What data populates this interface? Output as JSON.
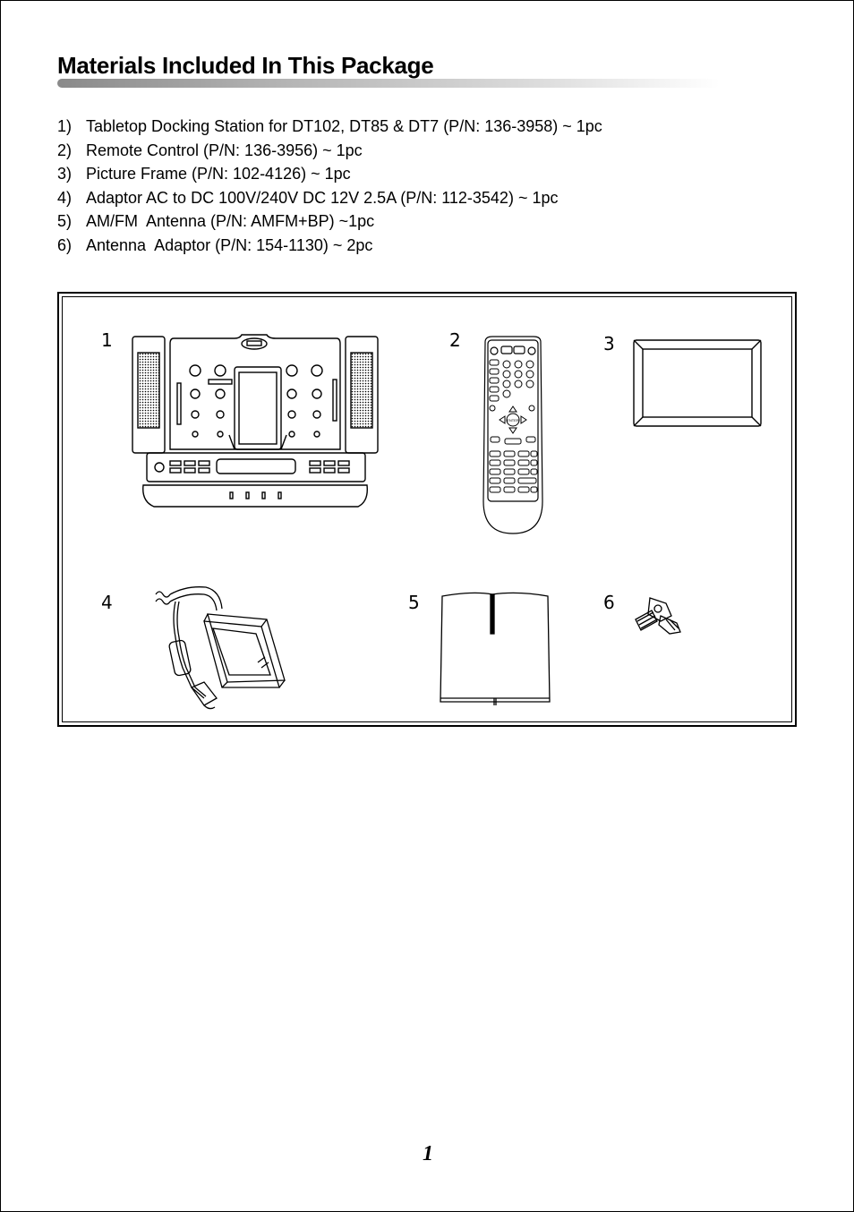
{
  "page": {
    "title": "Materials Included In This Package",
    "page_number": "1"
  },
  "items": [
    {
      "num": "1)",
      "text": "Tabletop Docking Station for DT102, DT85 & DT7 (P/N: 136-3958) ~ 1pc"
    },
    {
      "num": "2)",
      "text": "Remote Control (P/N: 136-3956) ~ 1pc"
    },
    {
      "num": "3)",
      "text": "Picture Frame (P/N: 102-4126) ~ 1pc"
    },
    {
      "num": "4)",
      "text": "Adaptor AC to DC 100V/240V DC 12V 2.5A (P/N: 112-3542) ~ 1pc"
    },
    {
      "num": "5)",
      "text": "AM/FM  Antenna (P/N: AMFM+BP) ~1pc"
    },
    {
      "num": "6)",
      "text": "Antenna  Adaptor (P/N: 154-1130) ~ 2pc"
    }
  ],
  "figure": {
    "labels": [
      "1",
      "2",
      "3",
      "4",
      "5",
      "6"
    ],
    "remote_ok_label": "ENTER"
  }
}
